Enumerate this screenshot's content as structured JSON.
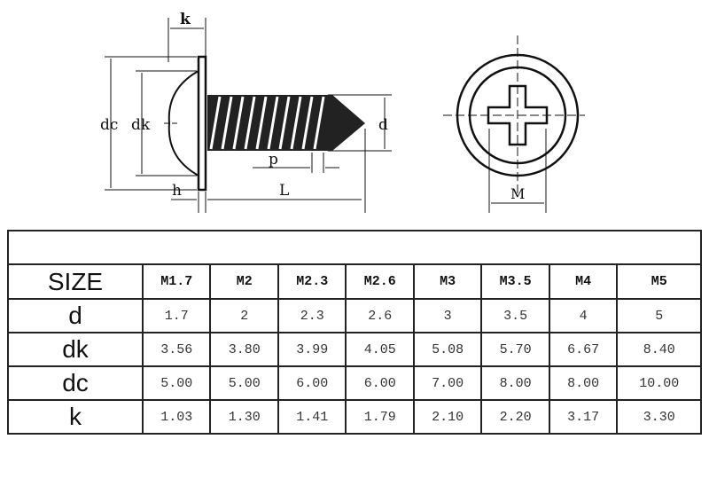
{
  "drawing": {
    "side_labels": {
      "k": "k",
      "dc": "dc",
      "dk": "dk",
      "d": "d",
      "p": "p",
      "h": "h",
      "L": "L"
    },
    "top_labels": {
      "M": "M"
    }
  },
  "table": {
    "header_label": "SIZE",
    "sizes": [
      "M1.7",
      "M2",
      "M2.3",
      "M2.6",
      "M3",
      "M3.5",
      "M4",
      "M5"
    ],
    "rows": [
      {
        "label": "d",
        "values": [
          "1.7",
          "2",
          "2.3",
          "2.6",
          "3",
          "3.5",
          "4",
          "5"
        ]
      },
      {
        "label": "dk",
        "values": [
          "3.56",
          "3.80",
          "3.99",
          "4.05",
          "5.08",
          "5.70",
          "6.67",
          "8.40"
        ]
      },
      {
        "label": "dc",
        "values": [
          "5.00",
          "5.00",
          "6.00",
          "6.00",
          "7.00",
          "8.00",
          "8.00",
          "10.00"
        ]
      },
      {
        "label": "k",
        "values": [
          "1.03",
          "1.30",
          "1.41",
          "1.79",
          "2.10",
          "2.20",
          "3.17",
          "3.30"
        ]
      }
    ]
  }
}
